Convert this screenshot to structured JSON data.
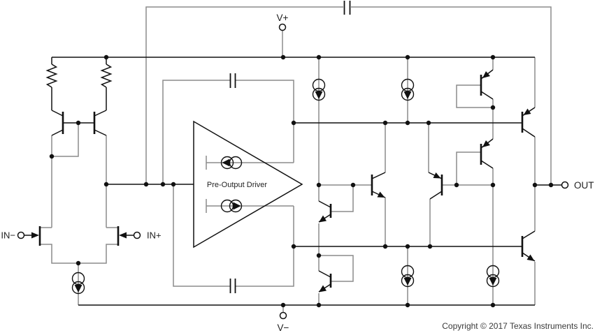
{
  "schematic": {
    "labels": {
      "v_plus": "V+",
      "v_minus": "V−",
      "in_minus": "IN−",
      "in_plus": "IN+",
      "out": "OUT",
      "pre_output_driver": "Pre-Output Driver",
      "copyright": "Copyright © 2017 Texas Instruments Inc."
    },
    "colors": {
      "wire_primary": "#111111",
      "wire_secondary": "#8c8c8c",
      "background": "#ffffff",
      "text": "#222222",
      "copyright_text": "#3a3a3a"
    },
    "terminals": [
      {
        "name": "V+",
        "position": "top"
      },
      {
        "name": "V−",
        "position": "bottom"
      },
      {
        "name": "IN−",
        "position": "left"
      },
      {
        "name": "IN+",
        "position": "left"
      },
      {
        "name": "OUT",
        "position": "right"
      }
    ],
    "components": [
      "bias-resistor x2",
      "mirror-bjt-pair",
      "n-jfet-input-pair",
      "tail-current-source",
      "pre-output-driver-amp",
      "compensation-capacitor x3",
      "current-source x4",
      "class-ab-bias-diode x4",
      "vbe-coupling-npn",
      "vbe-coupling-pnp",
      "output-pnp",
      "output-npn"
    ]
  }
}
